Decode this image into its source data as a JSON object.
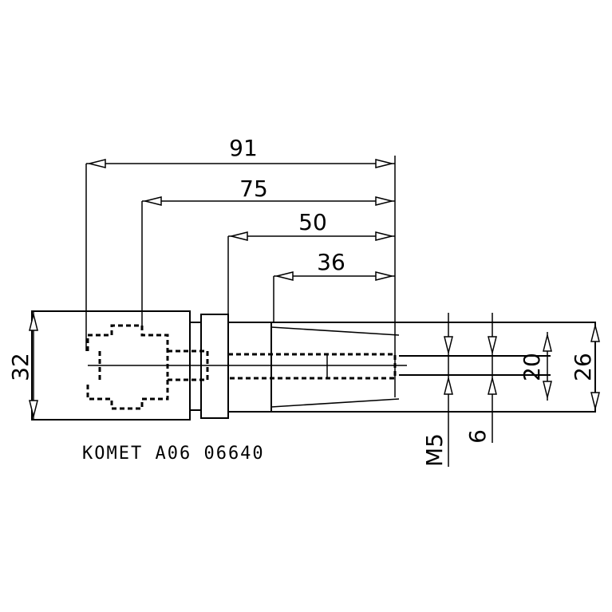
{
  "dimensions": {
    "length_91": "91",
    "length_75": "75",
    "length_50": "50",
    "length_36": "36",
    "diameter_32": "32",
    "diameter_20": "20",
    "diameter_26": "26",
    "thread_m5": "M5",
    "diameter_6": "6"
  },
  "part_code": "KOMET A06 06640"
}
